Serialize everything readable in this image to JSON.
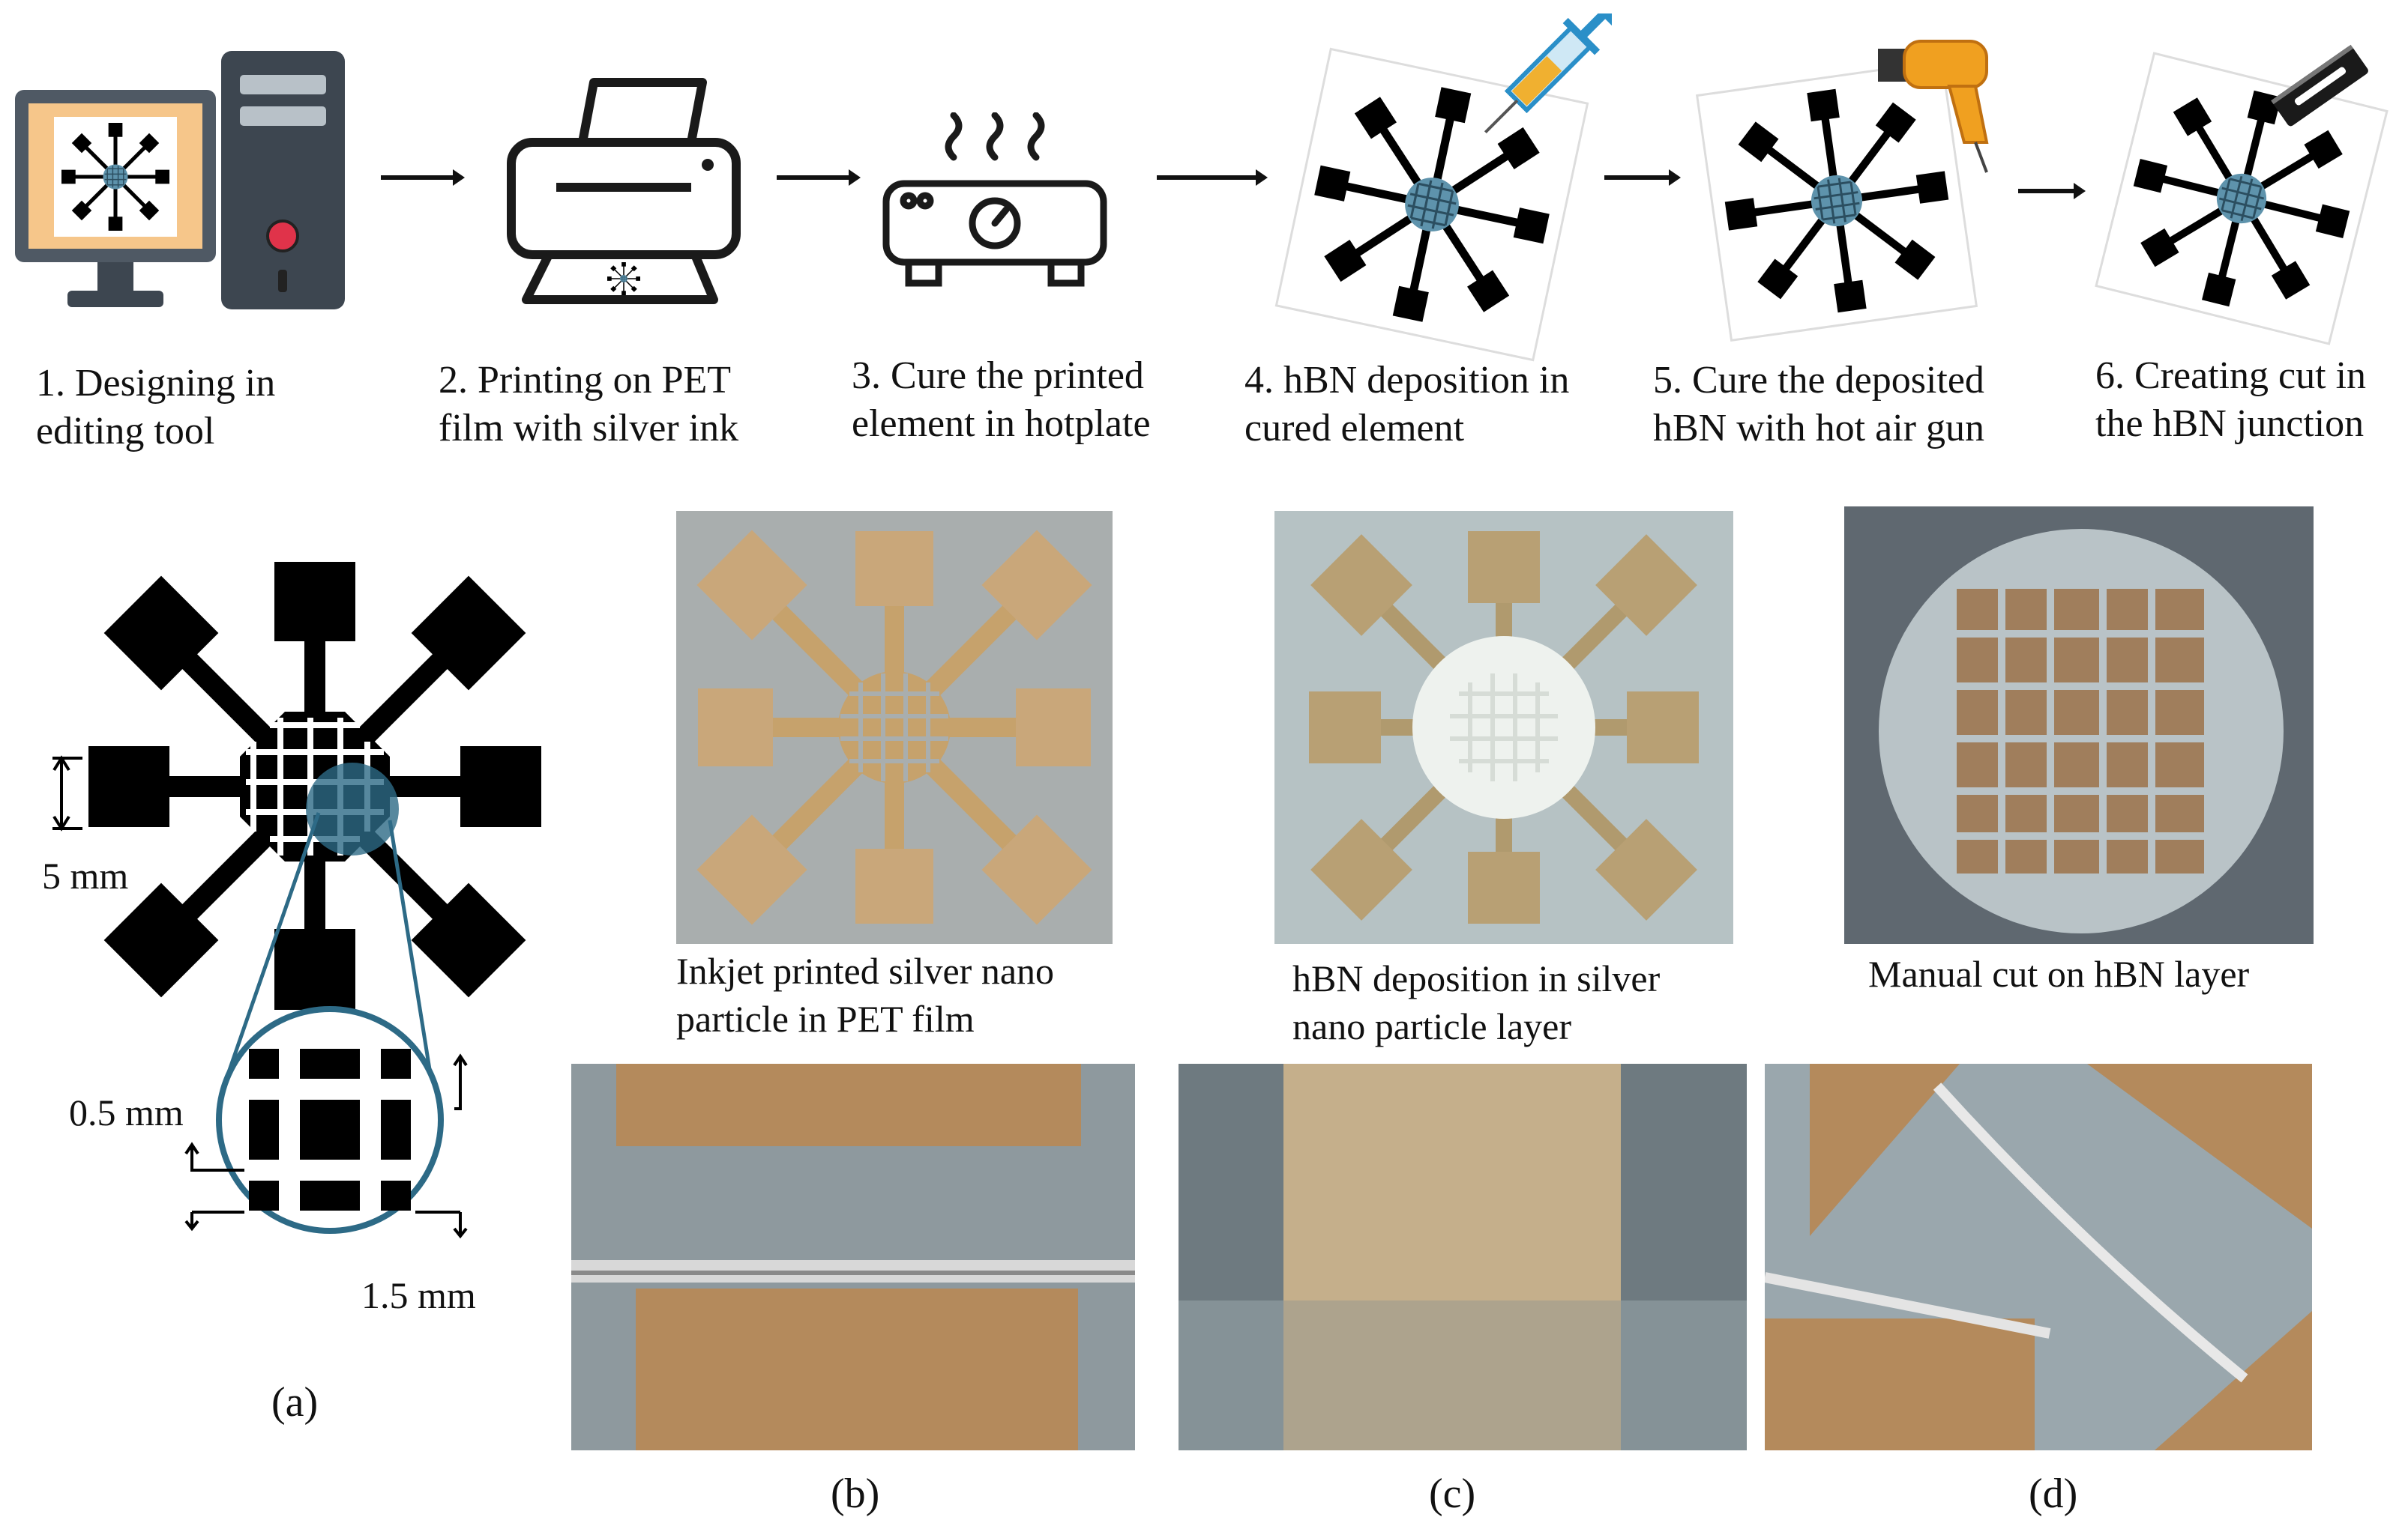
{
  "steps": [
    {
      "label": "1. Designing in\nediting tool",
      "icon": "computer-icon"
    },
    {
      "label": "2. Printing on PET\nfilm with silver ink",
      "icon": "printer-icon"
    },
    {
      "label": "3. Cure the printed\nelement in hotplate",
      "icon": "hotplate-icon"
    },
    {
      "label": "4. hBN deposition in\ncured element",
      "icon": "syringe-icon"
    },
    {
      "label": "5. Cure the deposited\nhBN with hot air gun",
      "icon": "heat-gun-icon"
    },
    {
      "label": "6. Creating cut in\nthe hBN junction",
      "icon": "razor-blade-icon"
    }
  ],
  "panel_a": {
    "dim_pad": "5 mm",
    "dim_gap": "0.5 mm",
    "dim_cell": "1.5 mm",
    "letter": "(a)"
  },
  "panel_b": {
    "caption": "Inkjet printed silver nano\nparticle in PET film",
    "letter": "(b)"
  },
  "panel_c": {
    "caption": "hBN deposition in silver\nnano particle layer",
    "letter": "(c)"
  },
  "panel_d": {
    "caption": "Manual cut on hBN layer",
    "letter": "(d)"
  },
  "colors": {
    "pad": "#000000",
    "hbn_blue": "#5e93ac",
    "ring": "#2d6a86",
    "silver": "#c9a77a",
    "film": "#9aa3a8"
  }
}
